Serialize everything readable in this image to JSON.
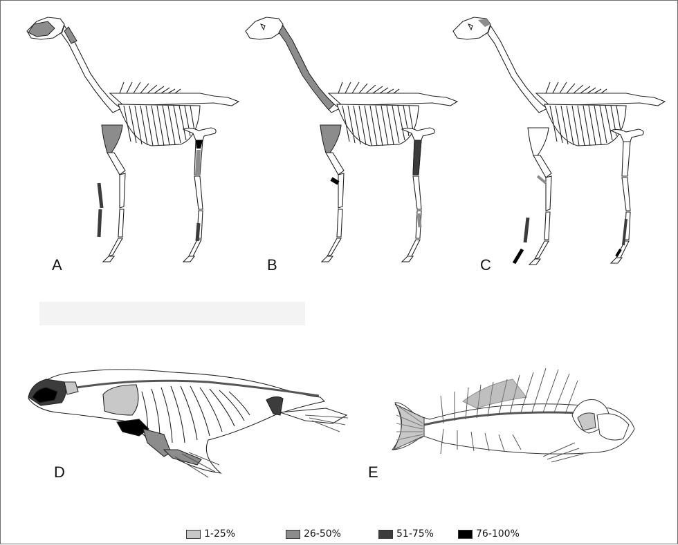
{
  "panels": {
    "a": "A",
    "b": "B",
    "c": "C",
    "d": "D",
    "e": "E"
  },
  "legend": [
    {
      "label": "1-25%",
      "color": "#c8c8c8"
    },
    {
      "label": "26-50%",
      "color": "#8c8c8c"
    },
    {
      "label": "51-75%",
      "color": "#3c3c3c"
    },
    {
      "label": "76-100%",
      "color": "#000000"
    }
  ],
  "colors": {
    "bone": "#ffffff",
    "outline": "#222222",
    "light": "#c8c8c8",
    "medium": "#8c8c8c",
    "dark": "#3c3c3c",
    "black": "#000000"
  },
  "icons": [
    "horse-skeleton",
    "seal-skeleton",
    "fish-skeleton"
  ]
}
